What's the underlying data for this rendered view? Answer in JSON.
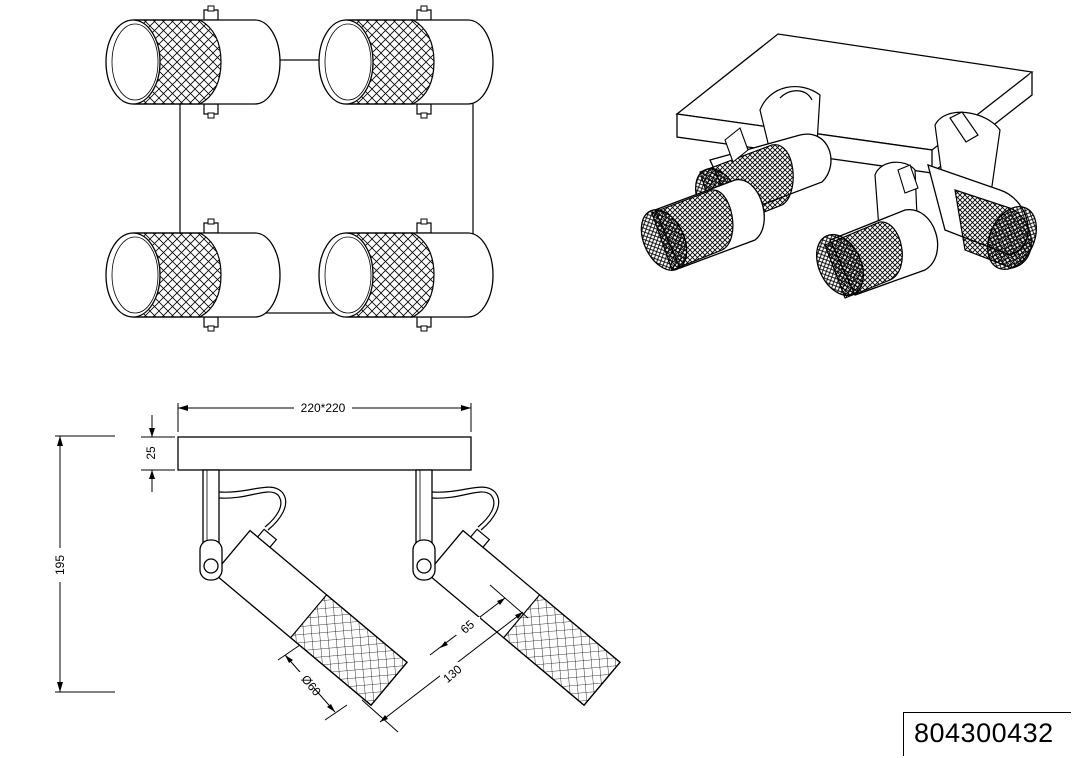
{
  "drawing": {
    "dimensions": {
      "plate_size": "220*220",
      "plate_thickness": "25",
      "total_height": "195",
      "shade_diameter": "Ø60",
      "mesh_length": "65",
      "shade_length": "130"
    },
    "model_number": "804300432"
  },
  "colors": {
    "line": "#000000",
    "background": "#ffffff"
  }
}
